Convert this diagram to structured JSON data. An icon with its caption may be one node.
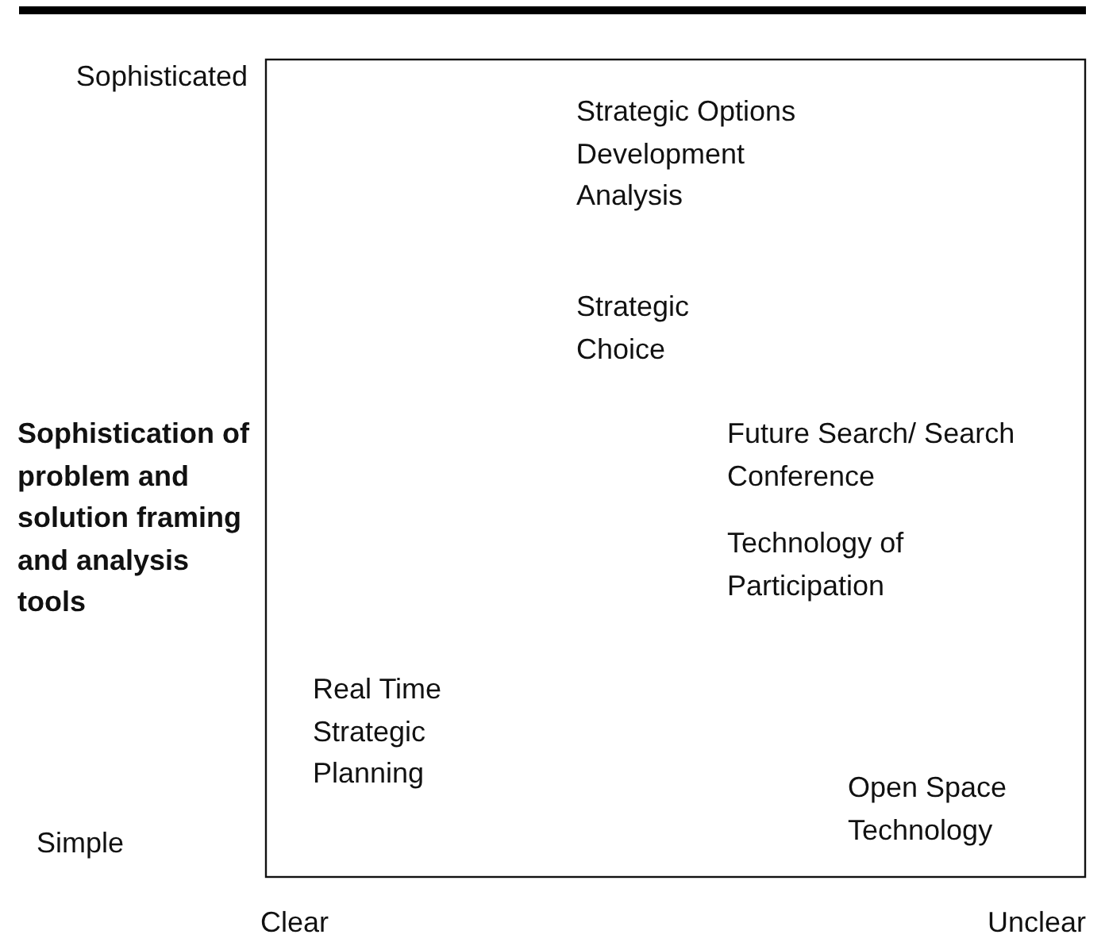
{
  "diagram": {
    "labels": [
      "Sophisticated",
      "Strategic Options Development Analysis",
      "Strategic Choice",
      "Sophistication of problem and solution framing and analysis tools",
      "Future Search/ Search Conference",
      "Technology of Participation",
      "Real Time Strategic Planning",
      "Open Space Technology",
      "Simple",
      "Clear",
      "Unclear"
    ]
  }
}
